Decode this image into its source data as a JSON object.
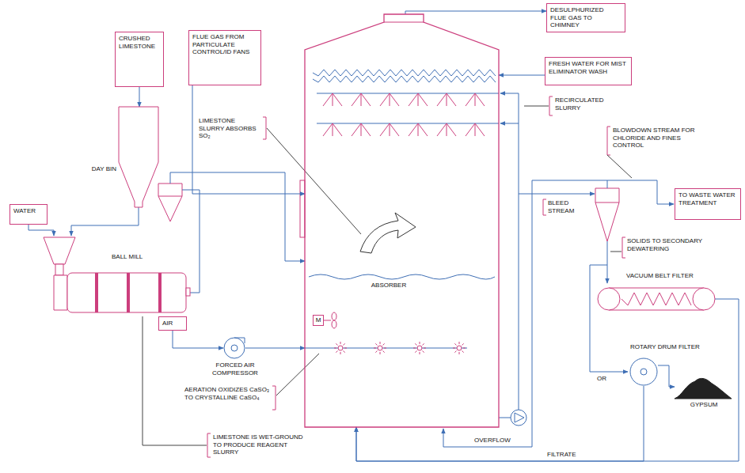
{
  "diagram": {
    "nodes": [
      {
        "text": [
          "DESULPHURIZED FLUE GAS TO CHIMNEY"
        ]
      },
      {
        "text": [
          "FRESH WATER FOR MIST ELIMINATOR WASH"
        ]
      },
      {
        "text": [
          "CRUSHED LIMESTONE"
        ]
      },
      {
        "text": [
          "FLUE GAS FROM PARTICULATE CONTROL/ID FANS"
        ]
      },
      {
        "text": [
          "ABSORBER"
        ]
      },
      {
        "text": [
          "M"
        ],
        "in": 4
      },
      {
        "text": [
          "DAY BIN"
        ]
      },
      {
        "text": [
          "WATER"
        ]
      },
      {
        "text": [
          "AIR"
        ]
      },
      {
        "text": [
          "FORCED AIR COMPRESSOR"
        ]
      },
      {
        "text": [
          "BALL MILL"
        ]
      },
      {
        "text": [
          "TO WASTE WATER TREATMENT"
        ]
      },
      {
        "text": [
          "VACUUM BELT FILTER"
        ]
      },
      {
        "text": [
          "ROTARY DRUM FILTER"
        ]
      },
      {
        "text": [
          "GYPSUM"
        ]
      }
    ],
    "edges": [
      {
        "from": 4,
        "to": 0,
        "arrow": "to"
      },
      {
        "from": 1,
        "to": 4,
        "arrow": "to"
      },
      {
        "from": 2,
        "to": 6,
        "arrow": "to"
      },
      {
        "from": 3,
        "to": 4,
        "arrow": "to"
      },
      {
        "from": 6,
        "to": 10,
        "arrow": "to"
      },
      {
        "from": 7,
        "to": 10,
        "arrow": "to"
      },
      {
        "from": 10,
        "to": 4,
        "arrow": "to"
      },
      {
        "from": 8,
        "to": 9,
        "arrow": "to"
      },
      {
        "from": 9,
        "to": 4,
        "arrow": "to"
      },
      {
        "from": 13,
        "to": 14,
        "arrow": "to"
      },
      {
        "from": 12,
        "to": 4,
        "arrow": "to"
      },
      {
        "from": 13,
        "to": 4,
        "label": "FILTRATE",
        "arrow": "to"
      }
    ],
    "labels": [
      "LIMESTONE SLURRY ABSORBS SO₂",
      "RECIRCULATED SLURRY",
      "BLOWDOWN STREAM FOR CHLORIDE AND FINES CONTROL",
      "BLEED STREAM",
      "SOLIDS TO SECONDARY DEWATERING",
      "AERATION OXIDIZES CaSO₃ TO CRYSTALLINE CaSO₄",
      "LIMESTONE IS WET-GROUND TO PRODUCE REAGENT SLURRY",
      "OVERFLOW",
      "OR"
    ]
  }
}
